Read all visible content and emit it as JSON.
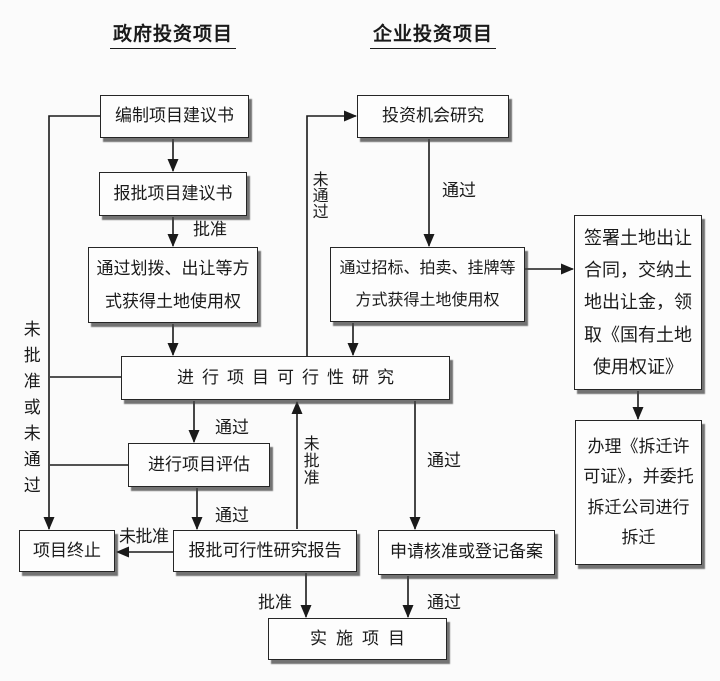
{
  "headers": {
    "government": "政府投资项目",
    "enterprise": "企业投资项目"
  },
  "nodes": {
    "draft_proposal": "编制项目建议书",
    "submit_proposal": "报批项目建议书",
    "land_allocation": "通过划拨、出让等方\n式获得土地使用权",
    "opportunity_research": "投资机会研究",
    "land_bidding": "通过招标、拍卖、挂牌等\n方式获得土地使用权",
    "sign_land_contract": "签署土地出让\n合同，交纳土\n地出让金，领\n取《国有土地\n使用权证》",
    "demolition_permit": "办理《拆迁许\n可证》，并委托\n拆迁公司进行\n拆迁",
    "feasibility_study": "进行项目可行性研究",
    "project_evaluation": "进行项目评估",
    "submit_feasibility_report": "报批可行性研究报告",
    "project_termination": "项目终止",
    "apply_approval_registration": "申请核准或登记备案",
    "implement_project": "实施项目"
  },
  "edge_labels": {
    "approved_proposal": "批准",
    "pass_opportunity": "通过",
    "pass_feasibility": "通过",
    "pass_evaluation": "通过",
    "pass_apply": "通过",
    "pass_registration": "通过",
    "approved_report": "批准",
    "not_approved": "未批准",
    "not_approved_feedback": "未批准",
    "not_pass_feedback": "未通过",
    "not_approved_or_not_pass": "未批准或未通过"
  }
}
